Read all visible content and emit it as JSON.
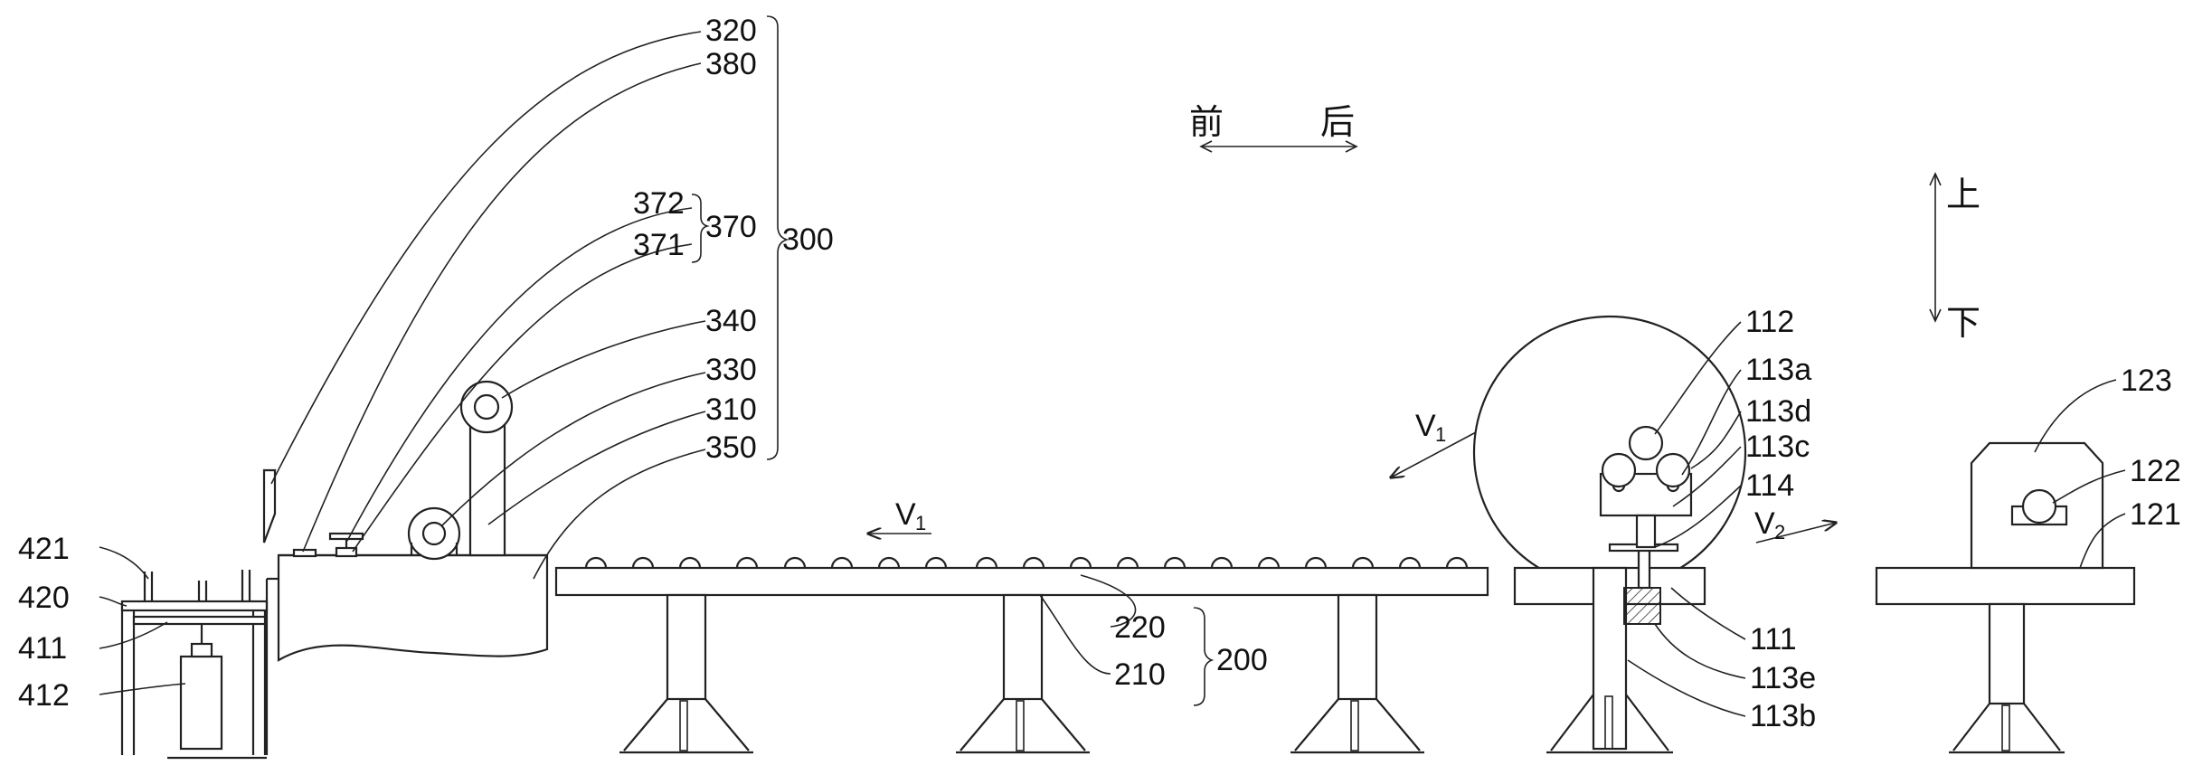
{
  "labels": {
    "l320": "320",
    "l380": "380",
    "l372": "372",
    "l371": "371",
    "l370": "370",
    "l300": "300",
    "l340": "340",
    "l330": "330",
    "l310": "310",
    "l350": "350",
    "l421": "421",
    "l420": "420",
    "l411": "411",
    "l412": "412",
    "l220": "220",
    "l210": "210",
    "l200": "200",
    "l112": "112",
    "l113a": "113a",
    "l113d": "113d",
    "l113c": "113c",
    "l114": "114",
    "l111": "111",
    "l113e": "113e",
    "l113b": "113b",
    "l123": "123",
    "l122": "122",
    "l121": "121"
  },
  "directions": {
    "front": "前",
    "back": "后",
    "up": "上",
    "down": "下"
  },
  "velocities": {
    "v1_main": "V",
    "v1_main_sub": "1",
    "v1_upper": "V",
    "v1_upper_sub": "1",
    "v2": "V",
    "v2_sub": "2"
  }
}
